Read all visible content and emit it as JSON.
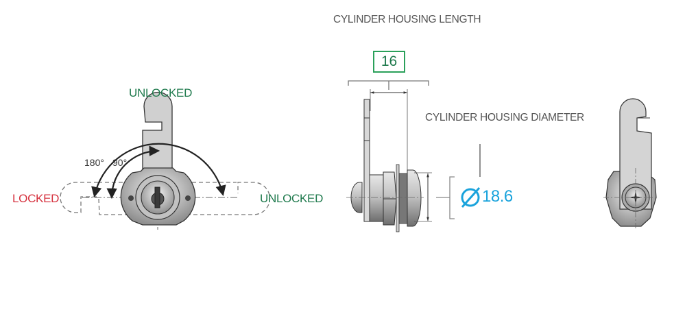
{
  "labels": {
    "cylinder_housing_length": "CYLINDER HOUSING LENGTH",
    "cylinder_housing_diameter": "CYLINDER HOUSING DIAMETER",
    "unlocked_top": "UNLOCKED",
    "unlocked_right": "UNLOCKED",
    "locked": "LOCKED",
    "angle_180": "180°",
    "angle_90": "90°"
  },
  "dimensions": {
    "length_value": "16",
    "diameter_value": "18.6",
    "diameter_symbol": "Ø"
  },
  "colors": {
    "unlocked": "#1f7a4d",
    "locked": "#d6323f",
    "diameter": "#1aa3dc",
    "length_box": "#2aa05a",
    "metal": "#c9c9c9",
    "outline": "#333333"
  }
}
